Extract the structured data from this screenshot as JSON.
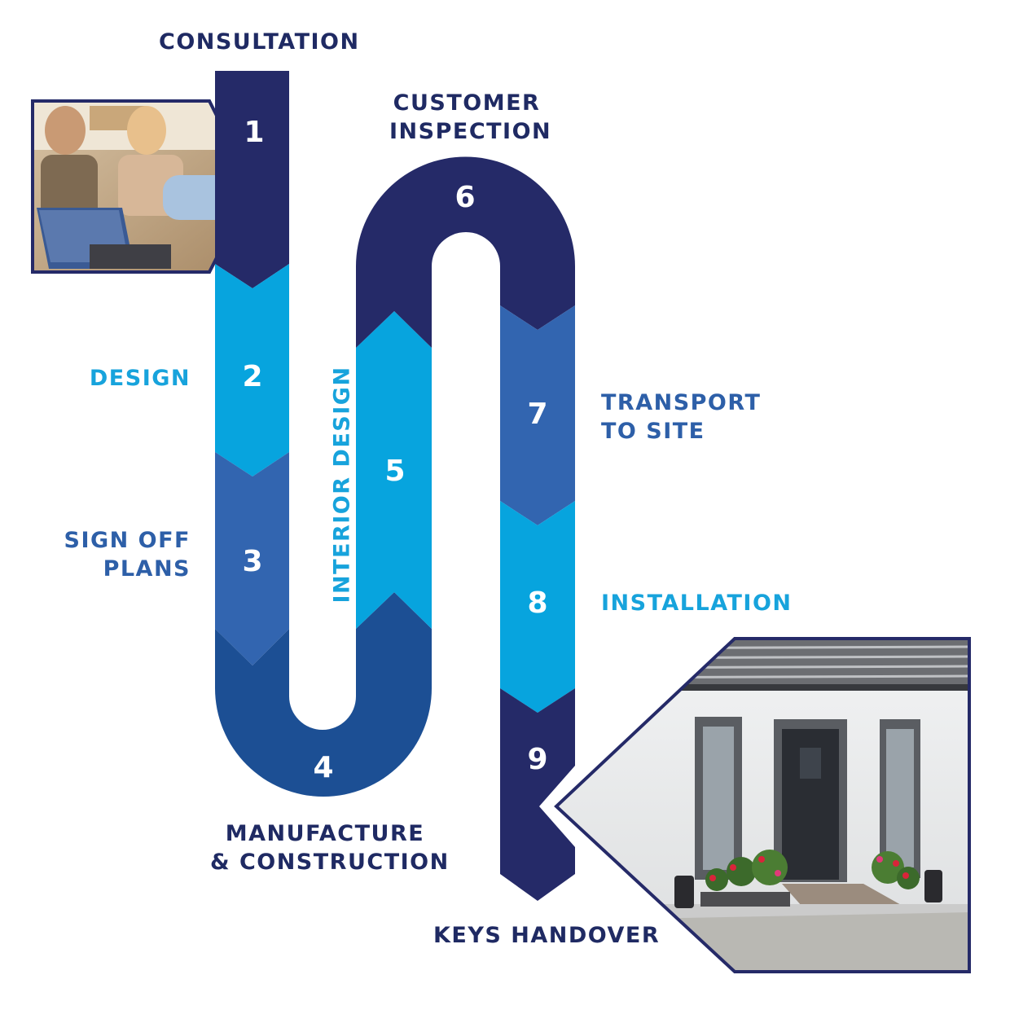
{
  "labels": {
    "consultation": "CONSULTATION",
    "customer_inspection": [
      "CUSTOMER",
      "INSPECTION"
    ],
    "design": "DESIGN",
    "interior_design": "INTERIOR DESIGN",
    "transport_to_site": [
      "TRANSPORT",
      "TO SITE"
    ],
    "sign_off_plans": [
      "SIGN OFF",
      "PLANS"
    ],
    "installation": "INSTALLATION",
    "manufacture_construction": [
      "MANUFACTURE",
      "& CONSTRUCTION"
    ],
    "keys_handover": "KEYS HANDOVER"
  },
  "steps": [
    "1",
    "2",
    "3",
    "4",
    "5",
    "6",
    "7",
    "8",
    "9"
  ],
  "colors": {
    "navy": "#252a68",
    "sky": "#07a4de",
    "mid": "#3265b0",
    "deep": "#1c4f94"
  },
  "photos": {
    "consultation": "photo-people-at-laptop",
    "handover": "photo-house-with-door"
  }
}
